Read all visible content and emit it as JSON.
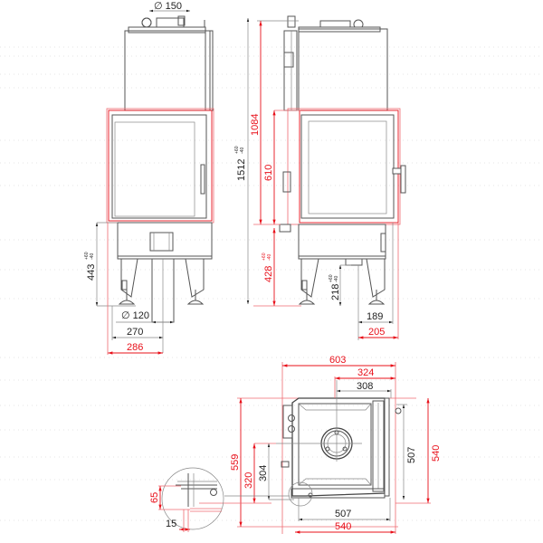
{
  "drawing": {
    "subject": "Corner fireplace insert technical drawing",
    "colors": {
      "dimension_black": "#222222",
      "dimension_red": "#e8101a",
      "outline": "#555555"
    },
    "front_view": {
      "flue_diameter": "∅ 150",
      "outlet_diameter": "∅ 120",
      "height_to_base": {
        "value": "443",
        "tol_plus": "+60",
        "tol_minus": "-40"
      },
      "total_height": {
        "value": "1512",
        "tol_plus": "+60",
        "tol_minus": "-40"
      },
      "width_270": "270",
      "width_286": "286"
    },
    "side_view": {
      "height_1084": "1084",
      "height_610": "610",
      "height_428": {
        "value": "428",
        "tol_plus": "+60",
        "tol_minus": "-40"
      },
      "height_218": {
        "value": "218",
        "tol_plus": "+60",
        "tol_minus": "-40"
      },
      "width_189": "189",
      "width_205": "205"
    },
    "plan_view": {
      "width_603": "603",
      "width_324": "324",
      "width_308": "308",
      "depth_559": "559",
      "depth_320": "320",
      "depth_304": "304",
      "depth_507": "507",
      "depth_540": "540",
      "bottom_507": "507",
      "bottom_540": "540"
    },
    "detail_view": {
      "height_65": "65",
      "offset_15": "15"
    }
  }
}
